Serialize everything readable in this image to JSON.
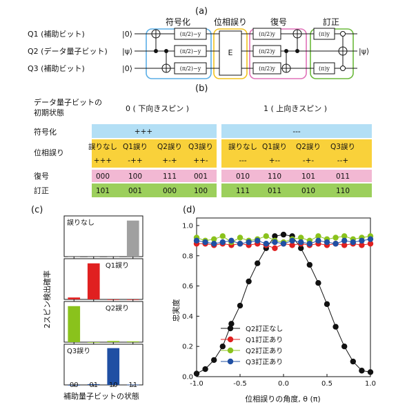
{
  "panel_a": {
    "label": "(a)",
    "qubits": [
      {
        "name": "Q1 (補助ビット)",
        "state": "|0⟩",
        "state_color": "#e8373b"
      },
      {
        "name": "Q2 (データ量子ビット)",
        "state": "|ψ⟩",
        "state_color": "#5bbd3a"
      },
      {
        "name": "Q3 (補助ビット)",
        "state": "|0⟩",
        "state_color": "#1e8bc9"
      }
    ],
    "blocks": [
      {
        "title": "符号化",
        "color": "#5aaee6"
      },
      {
        "title": "位相誤り",
        "color": "#f2c21d"
      },
      {
        "title": "復号",
        "color": "#e070b8"
      },
      {
        "title": "訂正",
        "color": "#6ab93a"
      }
    ],
    "gates": {
      "enc": "(π/2)−y",
      "err": "E",
      "dec": "(π/2)y",
      "cor": "(π)y"
    },
    "output_state": "|ψ⟩"
  },
  "panel_b": {
    "label": "(b)",
    "header_label": "データ量子ビットの\n初期状態",
    "col_heads": [
      "0 ( 下向きスピン )",
      "1 ( 上向きスピン )"
    ],
    "row_labels": [
      "符号化",
      "位相誤り",
      "復号",
      "訂正"
    ],
    "encoding": [
      "+++",
      "---"
    ],
    "error_types": [
      "誤りなし",
      "Q1誤り",
      "Q2誤り",
      "Q3誤り",
      "誤りなし",
      "Q1誤り",
      "Q2誤り",
      "Q3誤り"
    ],
    "error_states": [
      "+++",
      "-++",
      "+-+",
      "++-",
      "---",
      "+--",
      "-+-",
      "--+"
    ],
    "decode": [
      "000",
      "100",
      "111",
      "001",
      "010",
      "110",
      "101",
      "011"
    ],
    "correct": [
      "101",
      "001",
      "000",
      "100",
      "111",
      "011",
      "010",
      "110"
    ],
    "colors": {
      "enc": "#b3dff5",
      "err": "#f9d13a",
      "dec": "#f2b8d3",
      "cor": "#9ccf5c"
    }
  },
  "panel_c": {
    "label": "(c)",
    "ylabel": "2スピン検出確率",
    "xlabel": "補助量子ビットの状態",
    "categories": [
      "00",
      "01",
      "10",
      "11"
    ],
    "subplots": [
      {
        "title": "誤りなし",
        "color": "#a0a0a0",
        "values": [
          0.0,
          0.0,
          0.0,
          0.95
        ]
      },
      {
        "title": "Q1誤り",
        "color": "#e02020",
        "values": [
          0.05,
          0.95,
          0.0,
          0.0
        ]
      },
      {
        "title": "Q2誤り",
        "color": "#8ac21c",
        "values": [
          0.95,
          0.0,
          0.03,
          0.02
        ]
      },
      {
        "title": "Q3誤り",
        "color": "#1f4fa3",
        "values": [
          0.0,
          0.02,
          0.97,
          0.01
        ]
      }
    ]
  },
  "chart_data": {
    "type": "line",
    "panel_label": "(d)",
    "xlabel": "位相誤りの角度, θ (π)",
    "ylabel": "忠実度",
    "xlim": [
      -1.0,
      1.0
    ],
    "ylim": [
      0.0,
      1.05
    ],
    "xticks": [
      "-1.0",
      "-0.5",
      "0.0",
      "0.5",
      "1.0"
    ],
    "yticks": [
      "0.0",
      "0.2",
      "0.4",
      "0.6",
      "0.8",
      "1.0"
    ],
    "legend_position": "center",
    "x": [
      -1.0,
      -0.9,
      -0.8,
      -0.7,
      -0.6,
      -0.5,
      -0.4,
      -0.3,
      -0.2,
      -0.1,
      0.0,
      0.1,
      0.2,
      0.3,
      0.4,
      0.5,
      0.6,
      0.7,
      0.8,
      0.9,
      1.0
    ],
    "series": [
      {
        "name": "Q2訂正なし",
        "color": "#111111",
        "values": [
          0.02,
          0.05,
          0.11,
          0.2,
          0.35,
          0.47,
          0.63,
          0.75,
          0.85,
          0.93,
          0.94,
          0.93,
          0.85,
          0.74,
          0.62,
          0.48,
          0.33,
          0.2,
          0.1,
          0.04,
          0.03
        ]
      },
      {
        "name": "Q1訂正あり",
        "color": "#e02020",
        "values": [
          0.88,
          0.88,
          0.87,
          0.88,
          0.87,
          0.88,
          0.87,
          0.88,
          0.87,
          0.85,
          0.88,
          0.87,
          0.88,
          0.87,
          0.88,
          0.87,
          0.88,
          0.87,
          0.88,
          0.87,
          0.88
        ]
      },
      {
        "name": "Q2訂正あり",
        "color": "#8ac21c",
        "values": [
          0.92,
          0.9,
          0.91,
          0.93,
          0.89,
          0.92,
          0.9,
          0.91,
          0.93,
          0.9,
          0.89,
          0.91,
          0.92,
          0.9,
          0.93,
          0.91,
          0.92,
          0.93,
          0.91,
          0.92,
          0.93
        ]
      },
      {
        "name": "Q3訂正あり",
        "color": "#1f4fa3",
        "values": [
          0.9,
          0.89,
          0.88,
          0.89,
          0.9,
          0.88,
          0.89,
          0.9,
          0.88,
          0.89,
          0.88,
          0.9,
          0.89,
          0.88,
          0.9,
          0.89,
          0.88,
          0.9,
          0.89,
          0.9,
          0.91
        ]
      }
    ]
  }
}
